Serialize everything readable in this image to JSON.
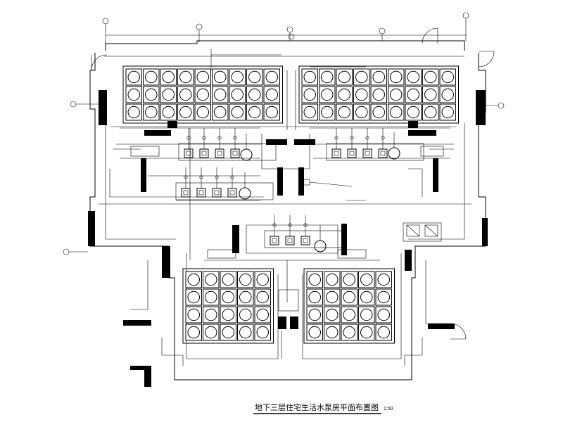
{
  "drawing": {
    "title": "地下三层住宅生活水泵房平面布置图",
    "scale": "1:50"
  },
  "tank_groups": [
    {
      "id": "upper-left",
      "rows": 3,
      "cols": 9
    },
    {
      "id": "upper-right",
      "rows": 3,
      "cols": 9
    },
    {
      "id": "lower-left",
      "rows": 4,
      "cols": 5
    },
    {
      "id": "lower-right",
      "rows": 4,
      "cols": 5
    }
  ],
  "pump_groups": [
    {
      "id": "pump-set-upper-left",
      "pumps": 4
    },
    {
      "id": "pump-set-upper-right",
      "pumps": 4
    },
    {
      "id": "pump-set-middle-left",
      "pumps": 4
    },
    {
      "id": "pump-set-center",
      "pumps": 3
    }
  ]
}
